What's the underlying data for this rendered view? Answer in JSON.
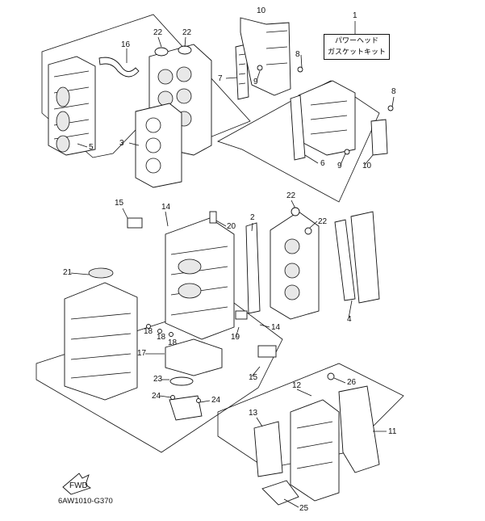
{
  "kit_label": {
    "line1": "パワーヘッド",
    "line2": "ガスケットキット"
  },
  "drawing_code": "6AW1010-G370",
  "fwd_label": "FWD",
  "callouts": [
    "1",
    "2",
    "3",
    "4",
    "5",
    "6",
    "7",
    "8",
    "8",
    "9",
    "9",
    "10",
    "10",
    "11",
    "12",
    "13",
    "14",
    "14",
    "15",
    "15",
    "16",
    "17",
    "18",
    "18",
    "18",
    "19",
    "20",
    "21",
    "22",
    "22",
    "22",
    "22",
    "23",
    "24",
    "24",
    "25",
    "26"
  ]
}
